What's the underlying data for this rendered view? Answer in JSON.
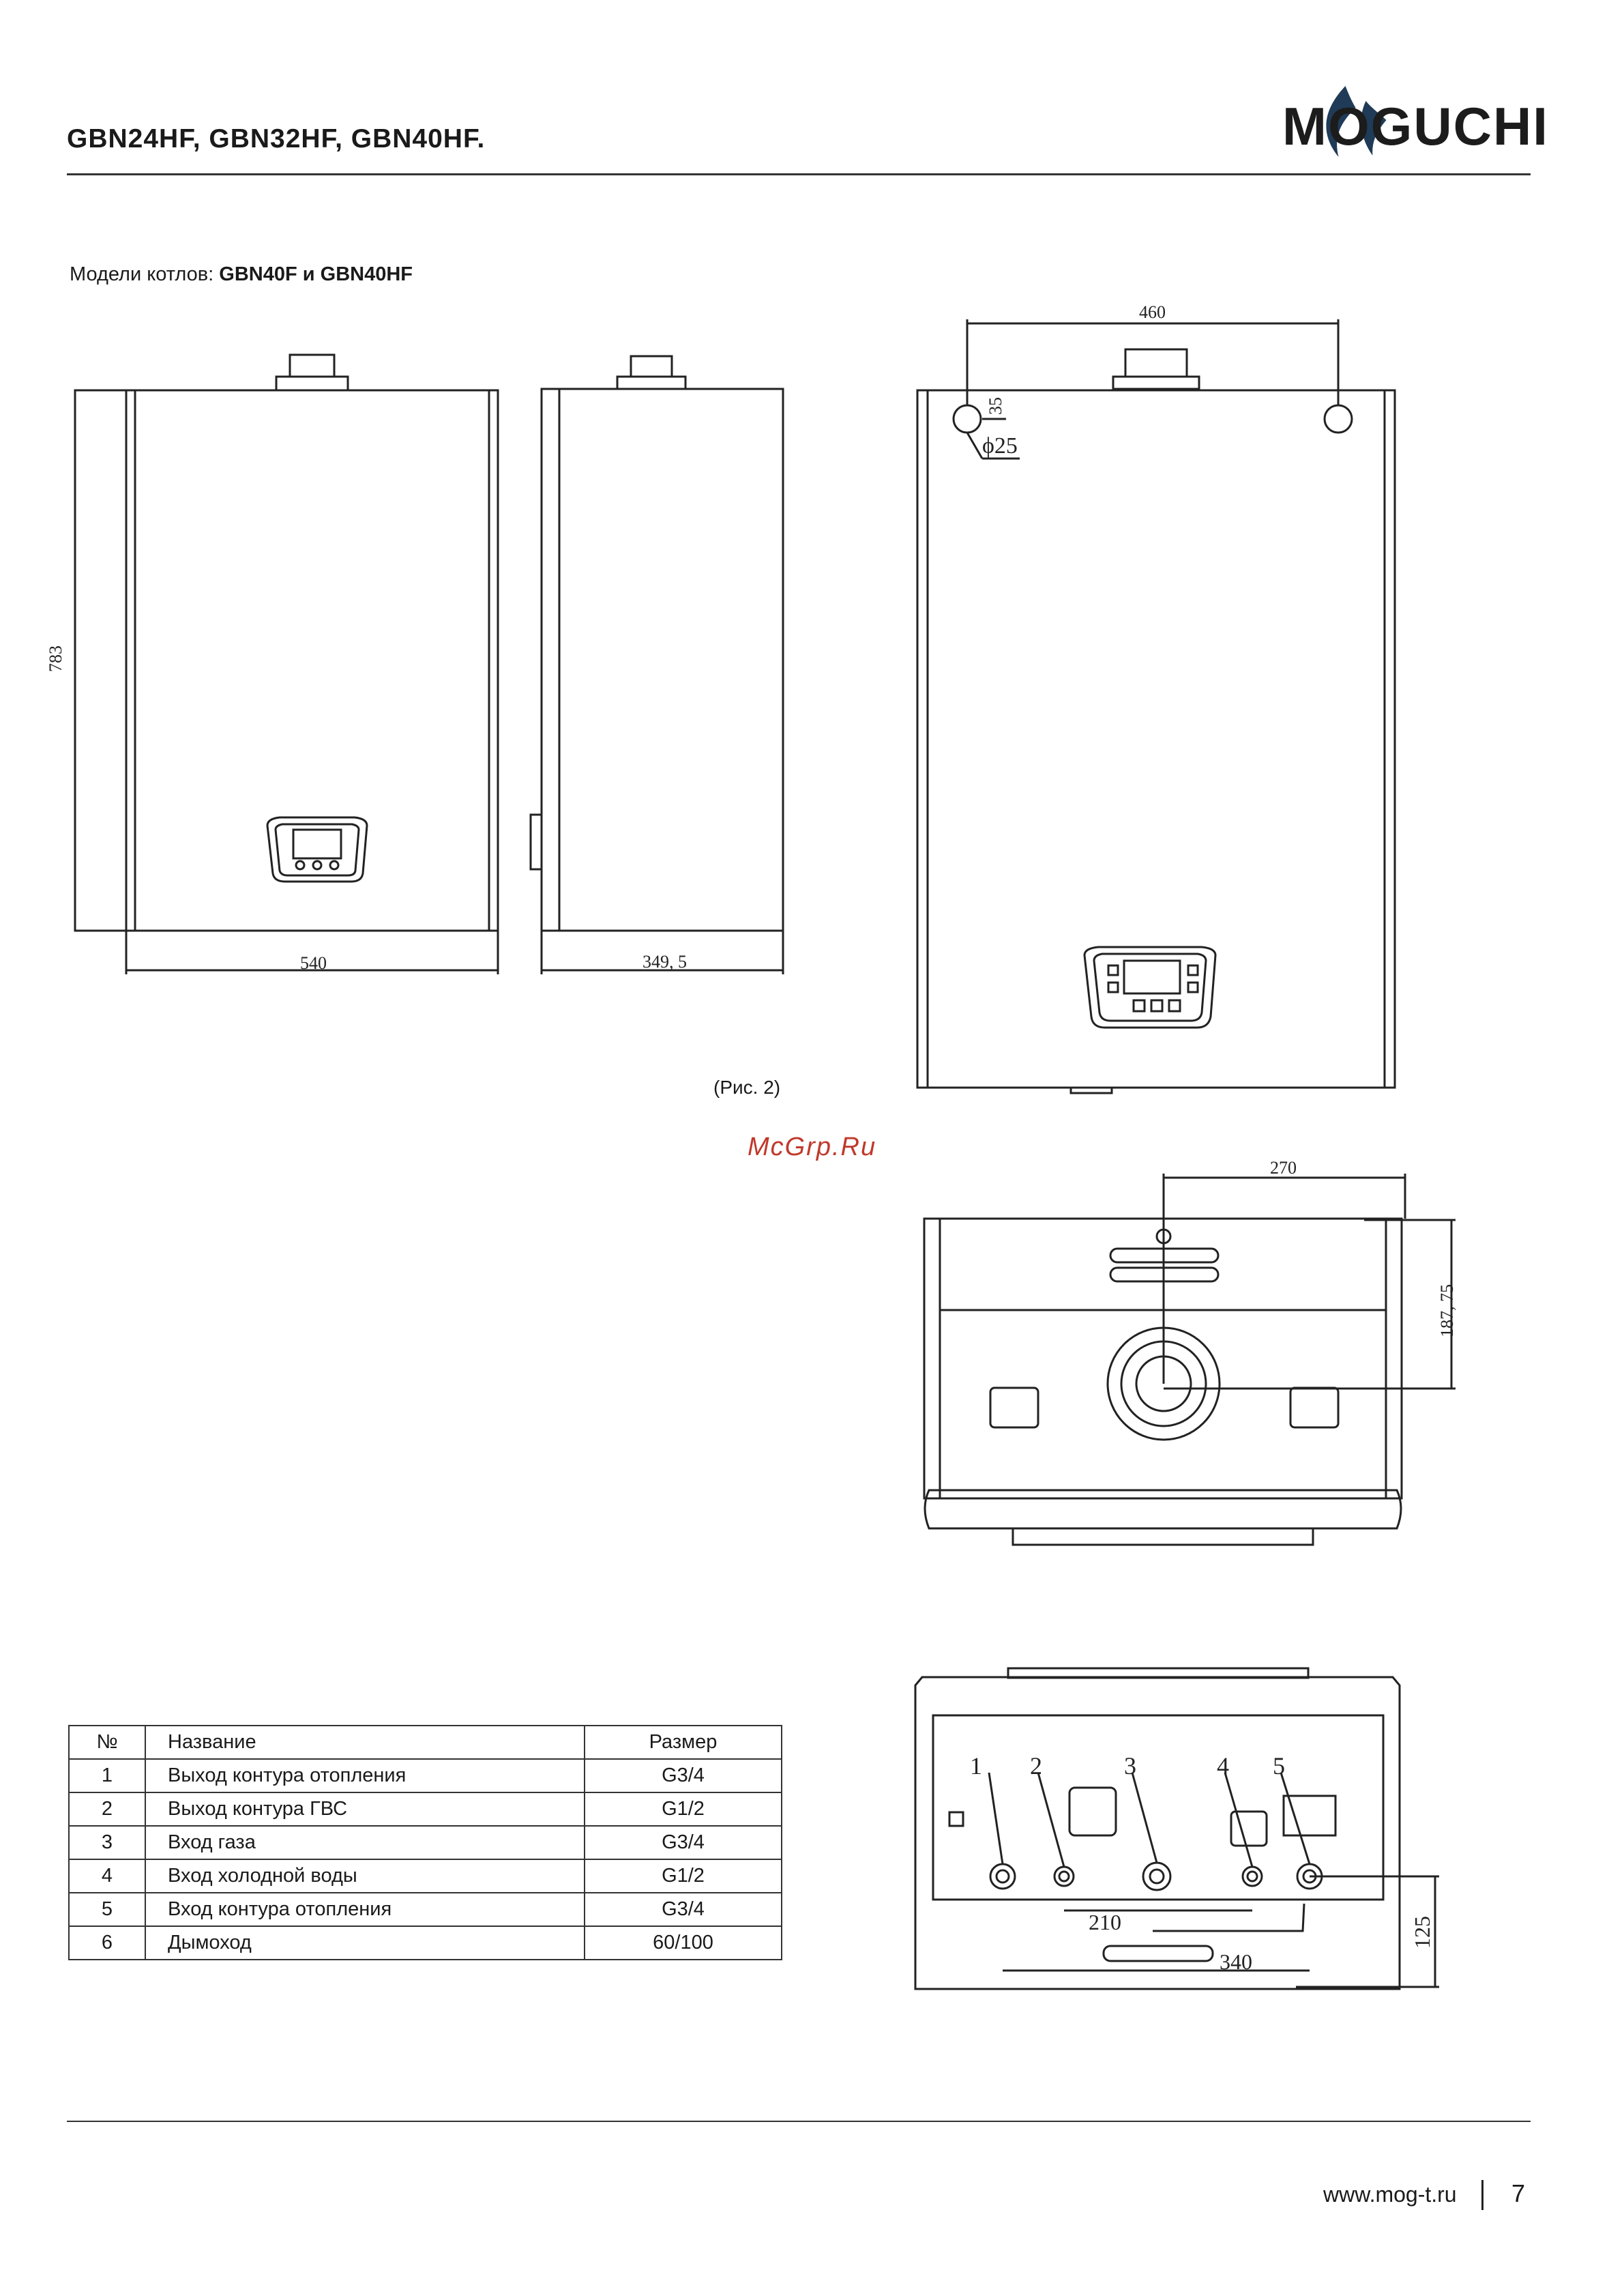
{
  "header": {
    "title": "GBN24HF, GBN32HF, GBN40HF.",
    "brand": "MOGUCHI",
    "brand_color": "#1f3b57"
  },
  "models_label": "Модели котлов: ",
  "models_value": "GBN40F и GBN40HF",
  "figure_caption": "(Рис. 2)",
  "watermark": "McGrp.Ru",
  "dimensions": {
    "height": "783",
    "width": "540",
    "depth": "349, 5",
    "mount_span": "460",
    "mount_offset": "35",
    "mount_diameter": "ϕ25",
    "flue_offset_x": "270",
    "flue_offset_y": "187, 75",
    "pipe_span_a": "210",
    "pipe_span_b": "340",
    "pipe_height": "125"
  },
  "connection_labels": [
    "1",
    "2",
    "3",
    "4",
    "5"
  ],
  "table": {
    "headers": [
      "№",
      "Название",
      "Размер"
    ],
    "rows": [
      [
        "1",
        "Выход контура отопления",
        "G3/4"
      ],
      [
        "2",
        "Выход контура ГВС",
        "G1/2"
      ],
      [
        "3",
        "Вход газа",
        "G3/4"
      ],
      [
        "4",
        "Вход холодной воды",
        "G1/2"
      ],
      [
        "5",
        "Вход контура отопления",
        "G3/4"
      ],
      [
        "6",
        "Дымоход",
        "60/100"
      ]
    ]
  },
  "footer": {
    "url": "www.mog-t.ru",
    "page": "7"
  }
}
